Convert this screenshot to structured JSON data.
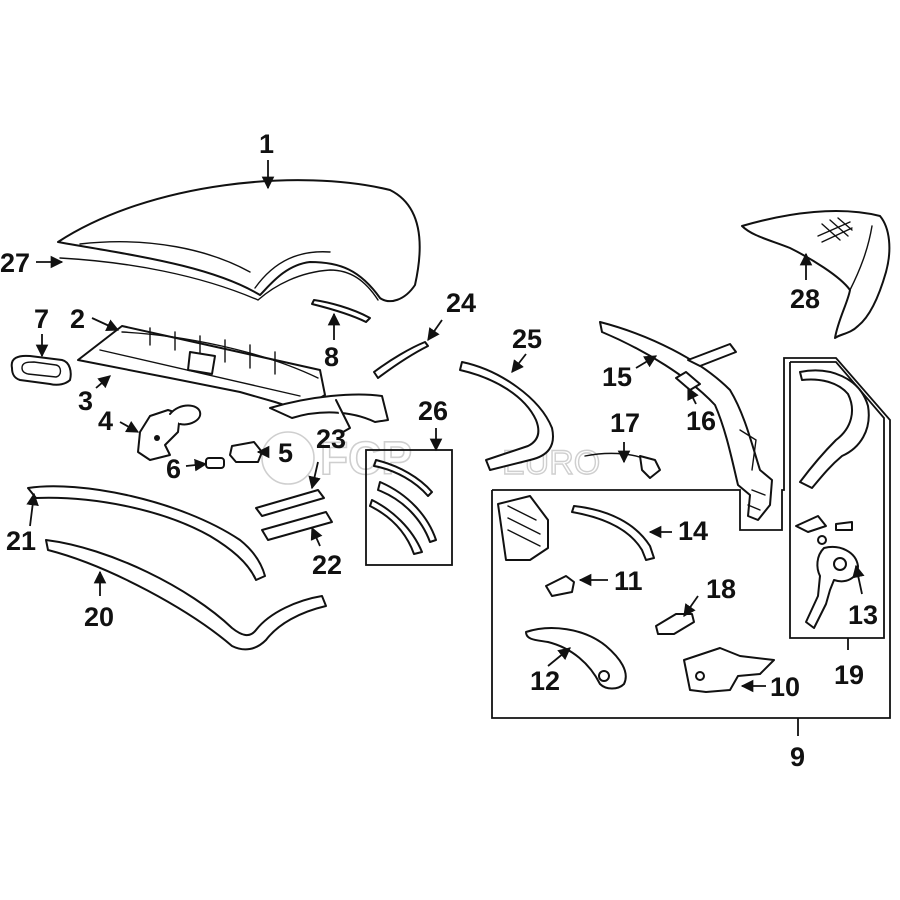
{
  "watermark": {
    "brand": "FCP",
    "suffix": "EURO"
  },
  "callouts": {
    "c1": "1",
    "c2": "2",
    "c3": "3",
    "c4": "4",
    "c5": "5",
    "c6": "6",
    "c7": "7",
    "c8": "8",
    "c9": "9",
    "c10": "10",
    "c11": "11",
    "c12": "12",
    "c13": "13",
    "c14": "14",
    "c15": "15",
    "c16": "16",
    "c17": "17",
    "c18": "18",
    "c19": "19",
    "c20": "20",
    "c21": "21",
    "c22": "22",
    "c23": "23",
    "c24": "24",
    "c25": "25",
    "c26": "26",
    "c27": "27",
    "c28": "28"
  },
  "colors": {
    "ink": "#111111",
    "background": "#ffffff",
    "watermark": "#cfcfcf"
  }
}
